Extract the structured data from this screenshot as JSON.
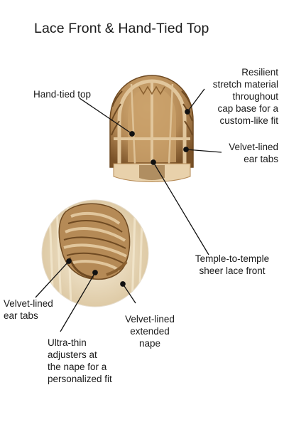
{
  "title": "Lace Front & Hand-Tied Top",
  "top_cap": {
    "labels": {
      "hand_tied_top": "Hand-tied top",
      "stretch_material": "Resilient\nstretch material\nthroughout\ncap base for a\ncustom-like fit",
      "ear_tabs": "Velvet-lined\near tabs",
      "lace_front": "Temple-to-temple\nsheer lace front"
    }
  },
  "bottom_cap": {
    "labels": {
      "ear_tabs": "Velvet-lined\near tabs",
      "adjusters": "Ultra-thin\nadjusters at\nthe nape for a\npersonalized fit",
      "extended_nape": "Velvet-lined\nextended\nnape"
    }
  },
  "colors": {
    "cap_base": "#b58a56",
    "cap_lace": "#e1c69c",
    "cap_dark": "#6f4a22",
    "hair_blonde": "#efe3c8",
    "callout_line": "#111111"
  }
}
